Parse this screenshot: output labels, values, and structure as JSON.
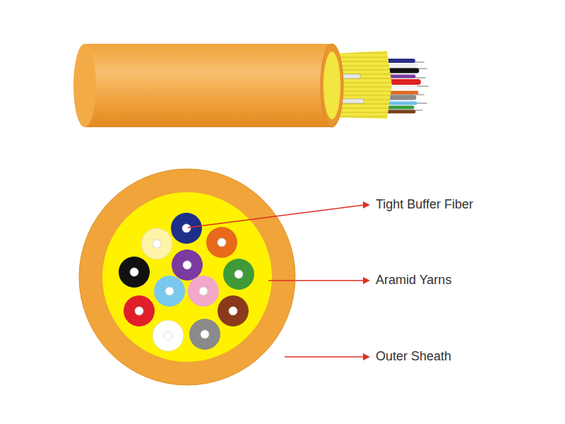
{
  "diagram": {
    "labels": [
      "Tight Buffer Fiber",
      "Aramid Yarns",
      "Outer Sheath"
    ]
  }
}
